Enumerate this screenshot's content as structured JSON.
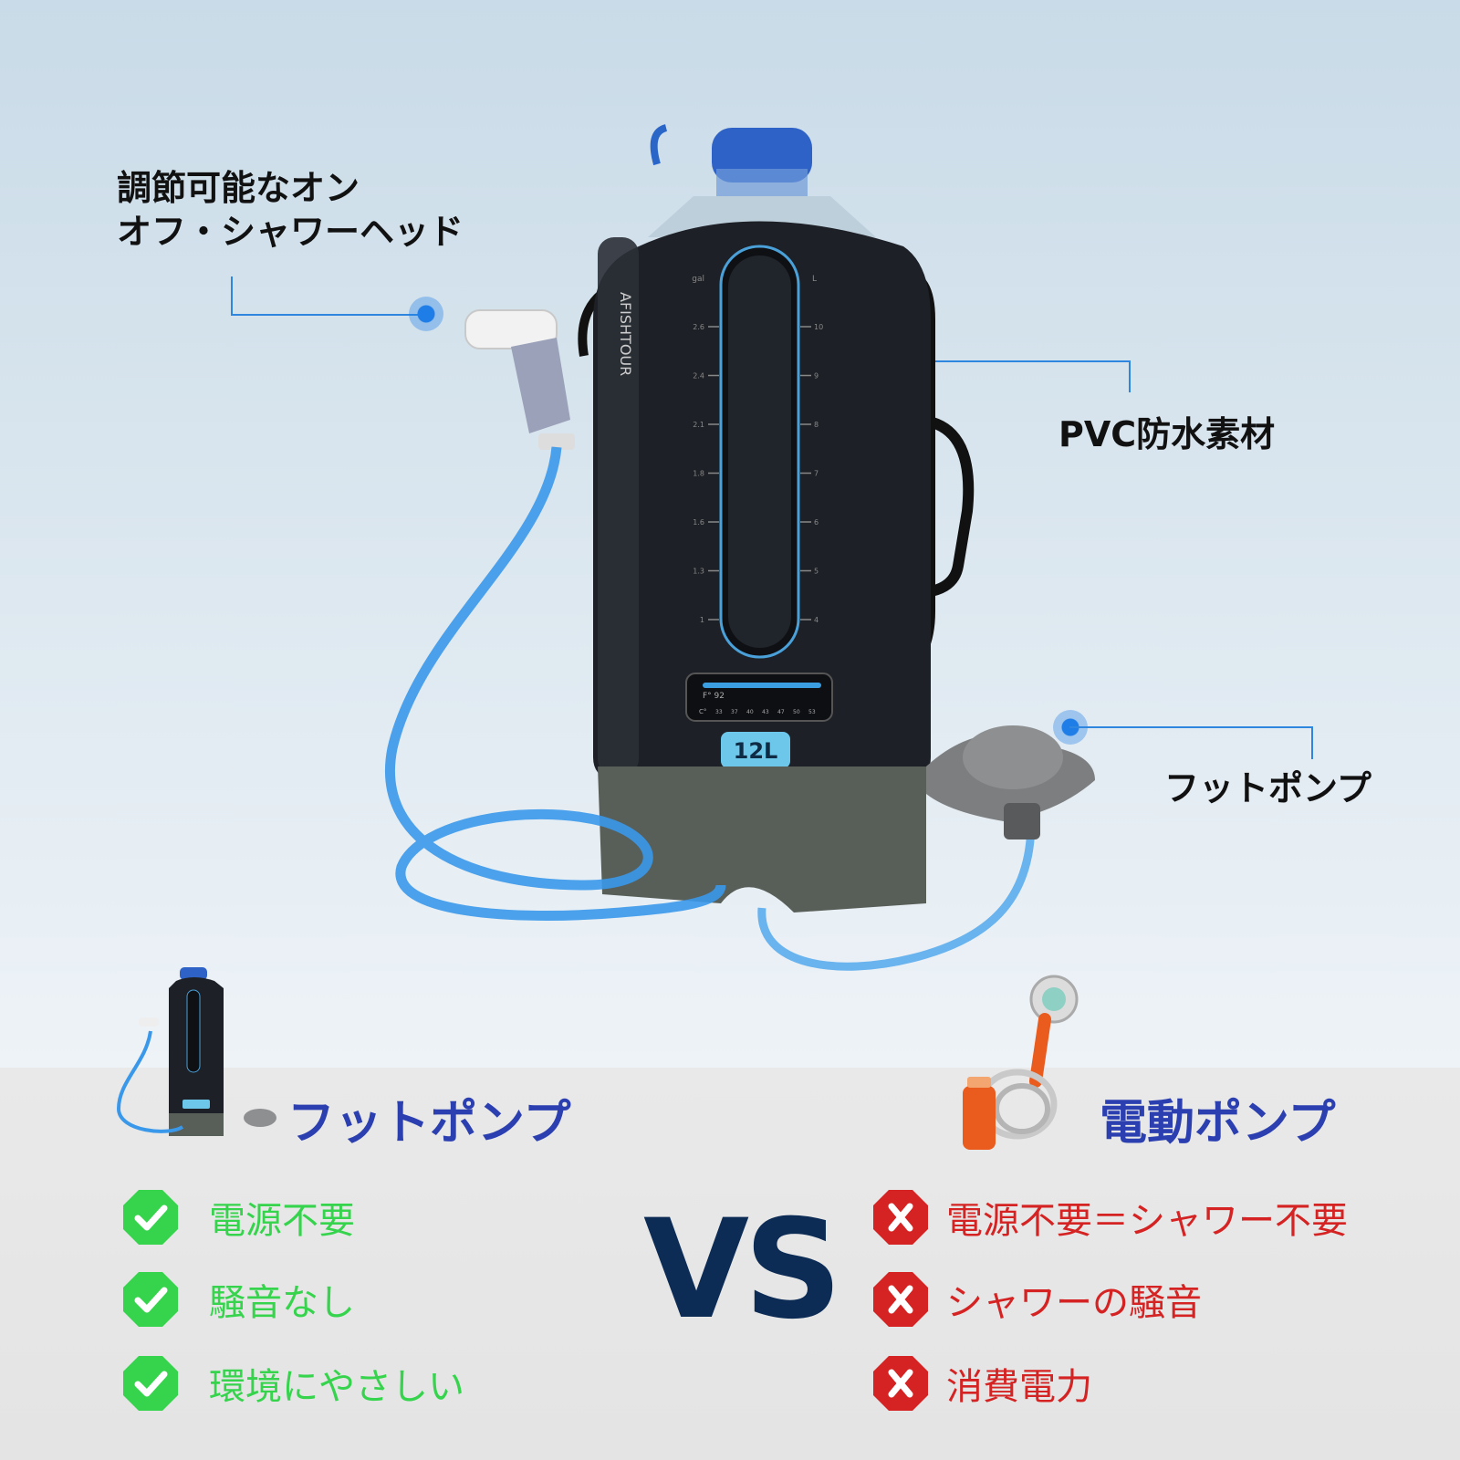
{
  "callouts": {
    "showerhead": [
      "調節可能なオン",
      "オフ・シャワーヘッド"
    ],
    "material": "PVC防水素材",
    "footpump": "フットポンプ"
  },
  "product": {
    "brand": "AFISHTOUR",
    "capacity": "12L",
    "scale_left_unit": "gal",
    "scale_right_unit": "L",
    "scale_left": [
      "2.6",
      "2.4",
      "2.1",
      "1.8",
      "1.6",
      "1.3",
      "1"
    ],
    "scale_right": [
      "10",
      "9",
      "8",
      "7",
      "6",
      "5",
      "4"
    ],
    "thermo_f": "F° 92",
    "thermo_c_label": "C°",
    "thermo_c": [
      "33",
      "37",
      "40",
      "43",
      "47",
      "50",
      "53"
    ]
  },
  "comparison": {
    "vs": "VS",
    "left": {
      "title": "フットポンプ",
      "items": [
        "電源不要",
        "騒音なし",
        "環境にやさしい"
      ]
    },
    "right": {
      "title": "電動ポンプ",
      "items": [
        "電源不要＝シャワー不要",
        "シャワーの騒音",
        "消費電力"
      ]
    }
  },
  "colors": {
    "check": "#35d44c",
    "cross": "#d42322",
    "accent": "#1e7de6",
    "title": "#2b3fb0",
    "vs": "#0c2c56"
  }
}
